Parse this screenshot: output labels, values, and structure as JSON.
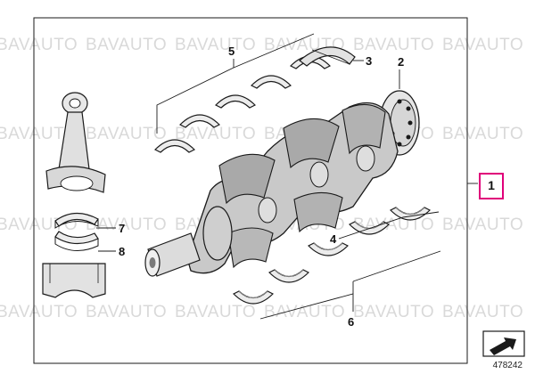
{
  "watermark": "BAVAUTO",
  "diagram_id": "478242",
  "colors": {
    "highlight": "#e0007a",
    "line": "#1a1a1a",
    "part_fill": "#ececec",
    "part_dark": "#bdbdbd"
  },
  "callouts": {
    "c1": "1",
    "c2": "2",
    "c3": "3",
    "c4": "4",
    "c5": "5",
    "c6": "6",
    "c7": "7",
    "c8": "8"
  },
  "icons": {
    "nav": "next-page-arrow-icon"
  }
}
